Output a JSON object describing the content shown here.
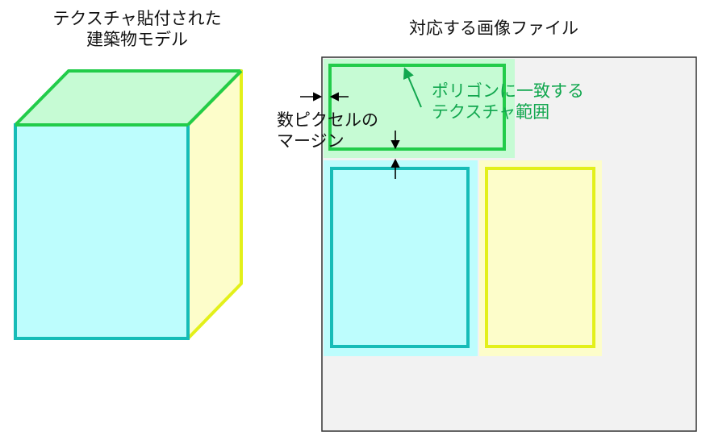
{
  "left_title": {
    "line1": "テクスチャ貼付された",
    "line2": "建築物モデル"
  },
  "right_title": "対応する画像ファイル",
  "margin_note": {
    "line1": "数ピクセルの",
    "line2": "マージン"
  },
  "polygon_note": {
    "line1": "ポリゴンに一致する",
    "line2": "テクスチャ範囲"
  },
  "colors": {
    "roof_fill": "#c6fbd4",
    "roof_stroke": "#22cc4a",
    "front_fill": "#bdfdfd",
    "front_stroke": "#16bcb7",
    "side_fill": "#fdfdca",
    "side_stroke": "#e3f01a",
    "image_bg": "#f2f2f2",
    "image_border": "#333333",
    "annotation_green": "#12a74f"
  }
}
